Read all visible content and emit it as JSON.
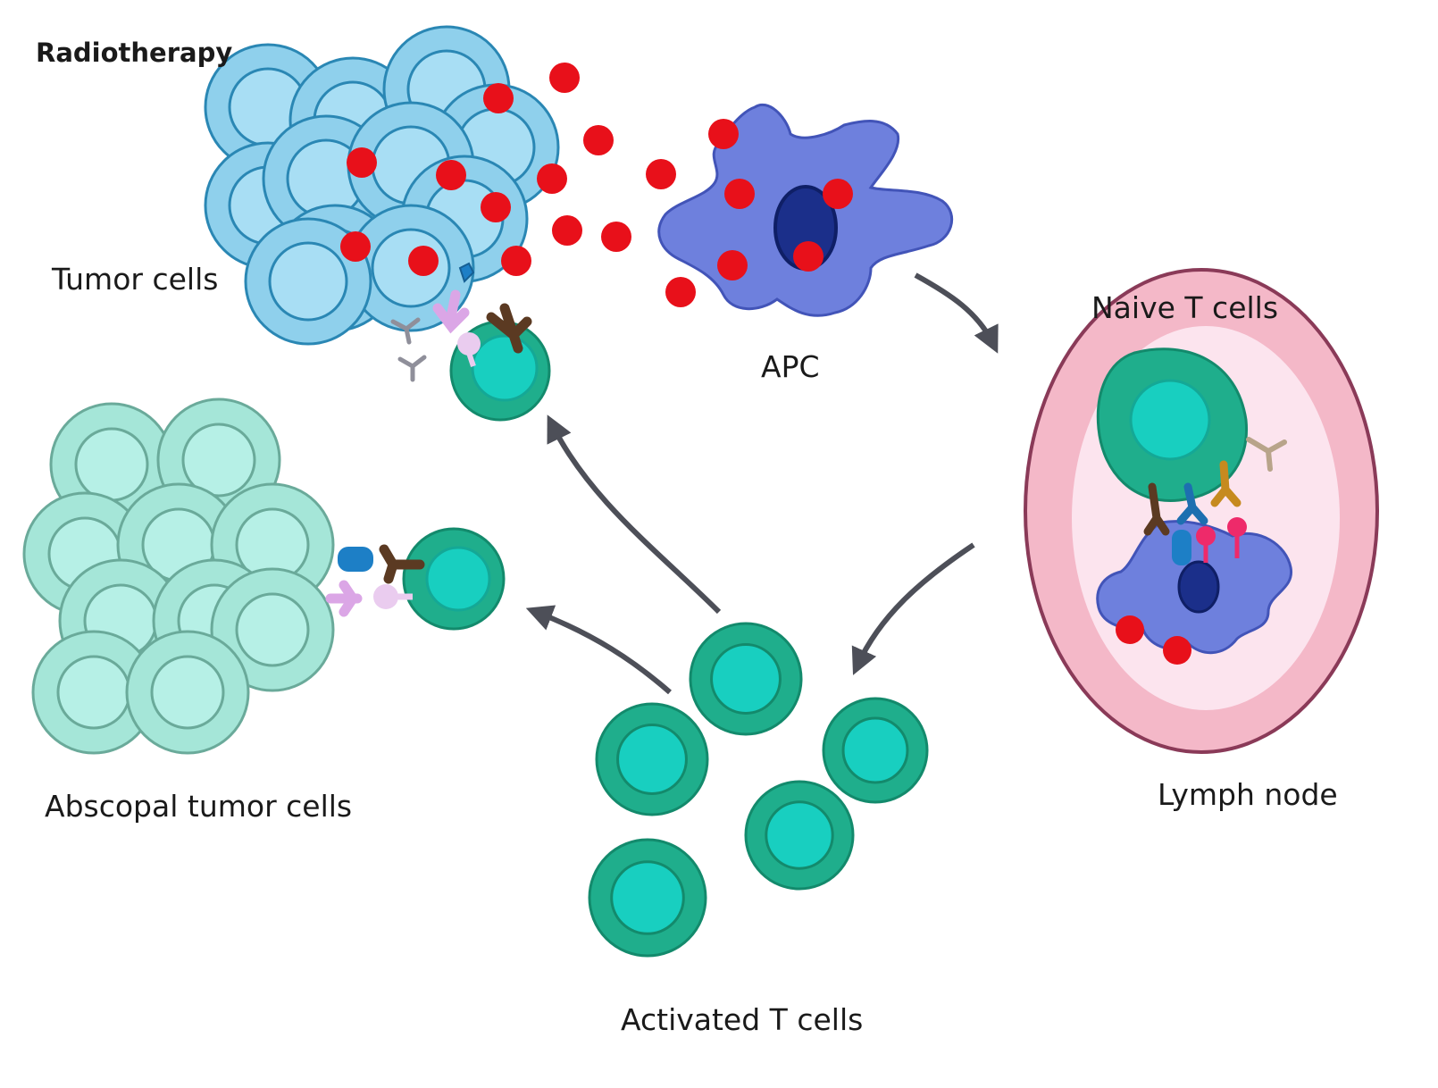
{
  "labels": {
    "radiotherapy": "Radiotherapy",
    "tumor_cells": "Tumor cells",
    "apc": "APC",
    "naive_t_cells": "Naive T cells",
    "lymph_node": "Lymph node",
    "abscopal_tumor_cells": "Abscopal tumor cells",
    "activated_t_cells": "Activated T cells"
  },
  "colors": {
    "tumor_cell": "#8fd0ec",
    "tumor_outline": "#2a87b4",
    "abscopal_cell": "#a5e6d8",
    "abscopal_outline": "#6aaa9a",
    "t_cell": "#1fae8c",
    "t_cell_nucleus": "#18cfc0",
    "apc": "#6e80dd",
    "apc_nucleus": "#1b2f8a",
    "antigen": "#e8101a",
    "lymph_node_outer": "#f4b8c8",
    "lymph_node_inner": "#fce4ee",
    "arrow": "#4d4f58"
  }
}
